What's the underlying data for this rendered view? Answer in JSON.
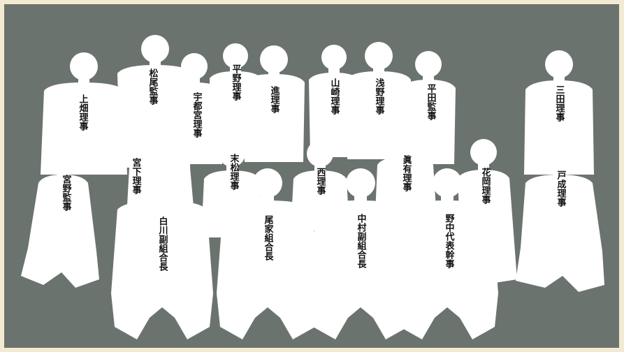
{
  "colors": {
    "background": "#6b736f",
    "frame": "#f3ead3",
    "silhouette": "#ffffff",
    "label": "#111111"
  },
  "members": [
    {
      "name": "上畑理事"
    },
    {
      "name": "松尾監事"
    },
    {
      "name": "宇都宮理事"
    },
    {
      "name": "平野理事"
    },
    {
      "name": "進理事"
    },
    {
      "name": "山崎理事"
    },
    {
      "name": "浅野理事"
    },
    {
      "name": "平田監事"
    },
    {
      "name": "三田理事"
    },
    {
      "name": "宮野監事"
    },
    {
      "name": "宮下理事"
    },
    {
      "name": "末松理事"
    },
    {
      "name": "西理事"
    },
    {
      "name": "眞有理事"
    },
    {
      "name": "花岡理事"
    },
    {
      "name": "戸成理事"
    },
    {
      "name": "白川副組合長"
    },
    {
      "name": "尾家組合長"
    },
    {
      "name": "中村副組合長"
    },
    {
      "name": "野中代表幹事"
    }
  ]
}
